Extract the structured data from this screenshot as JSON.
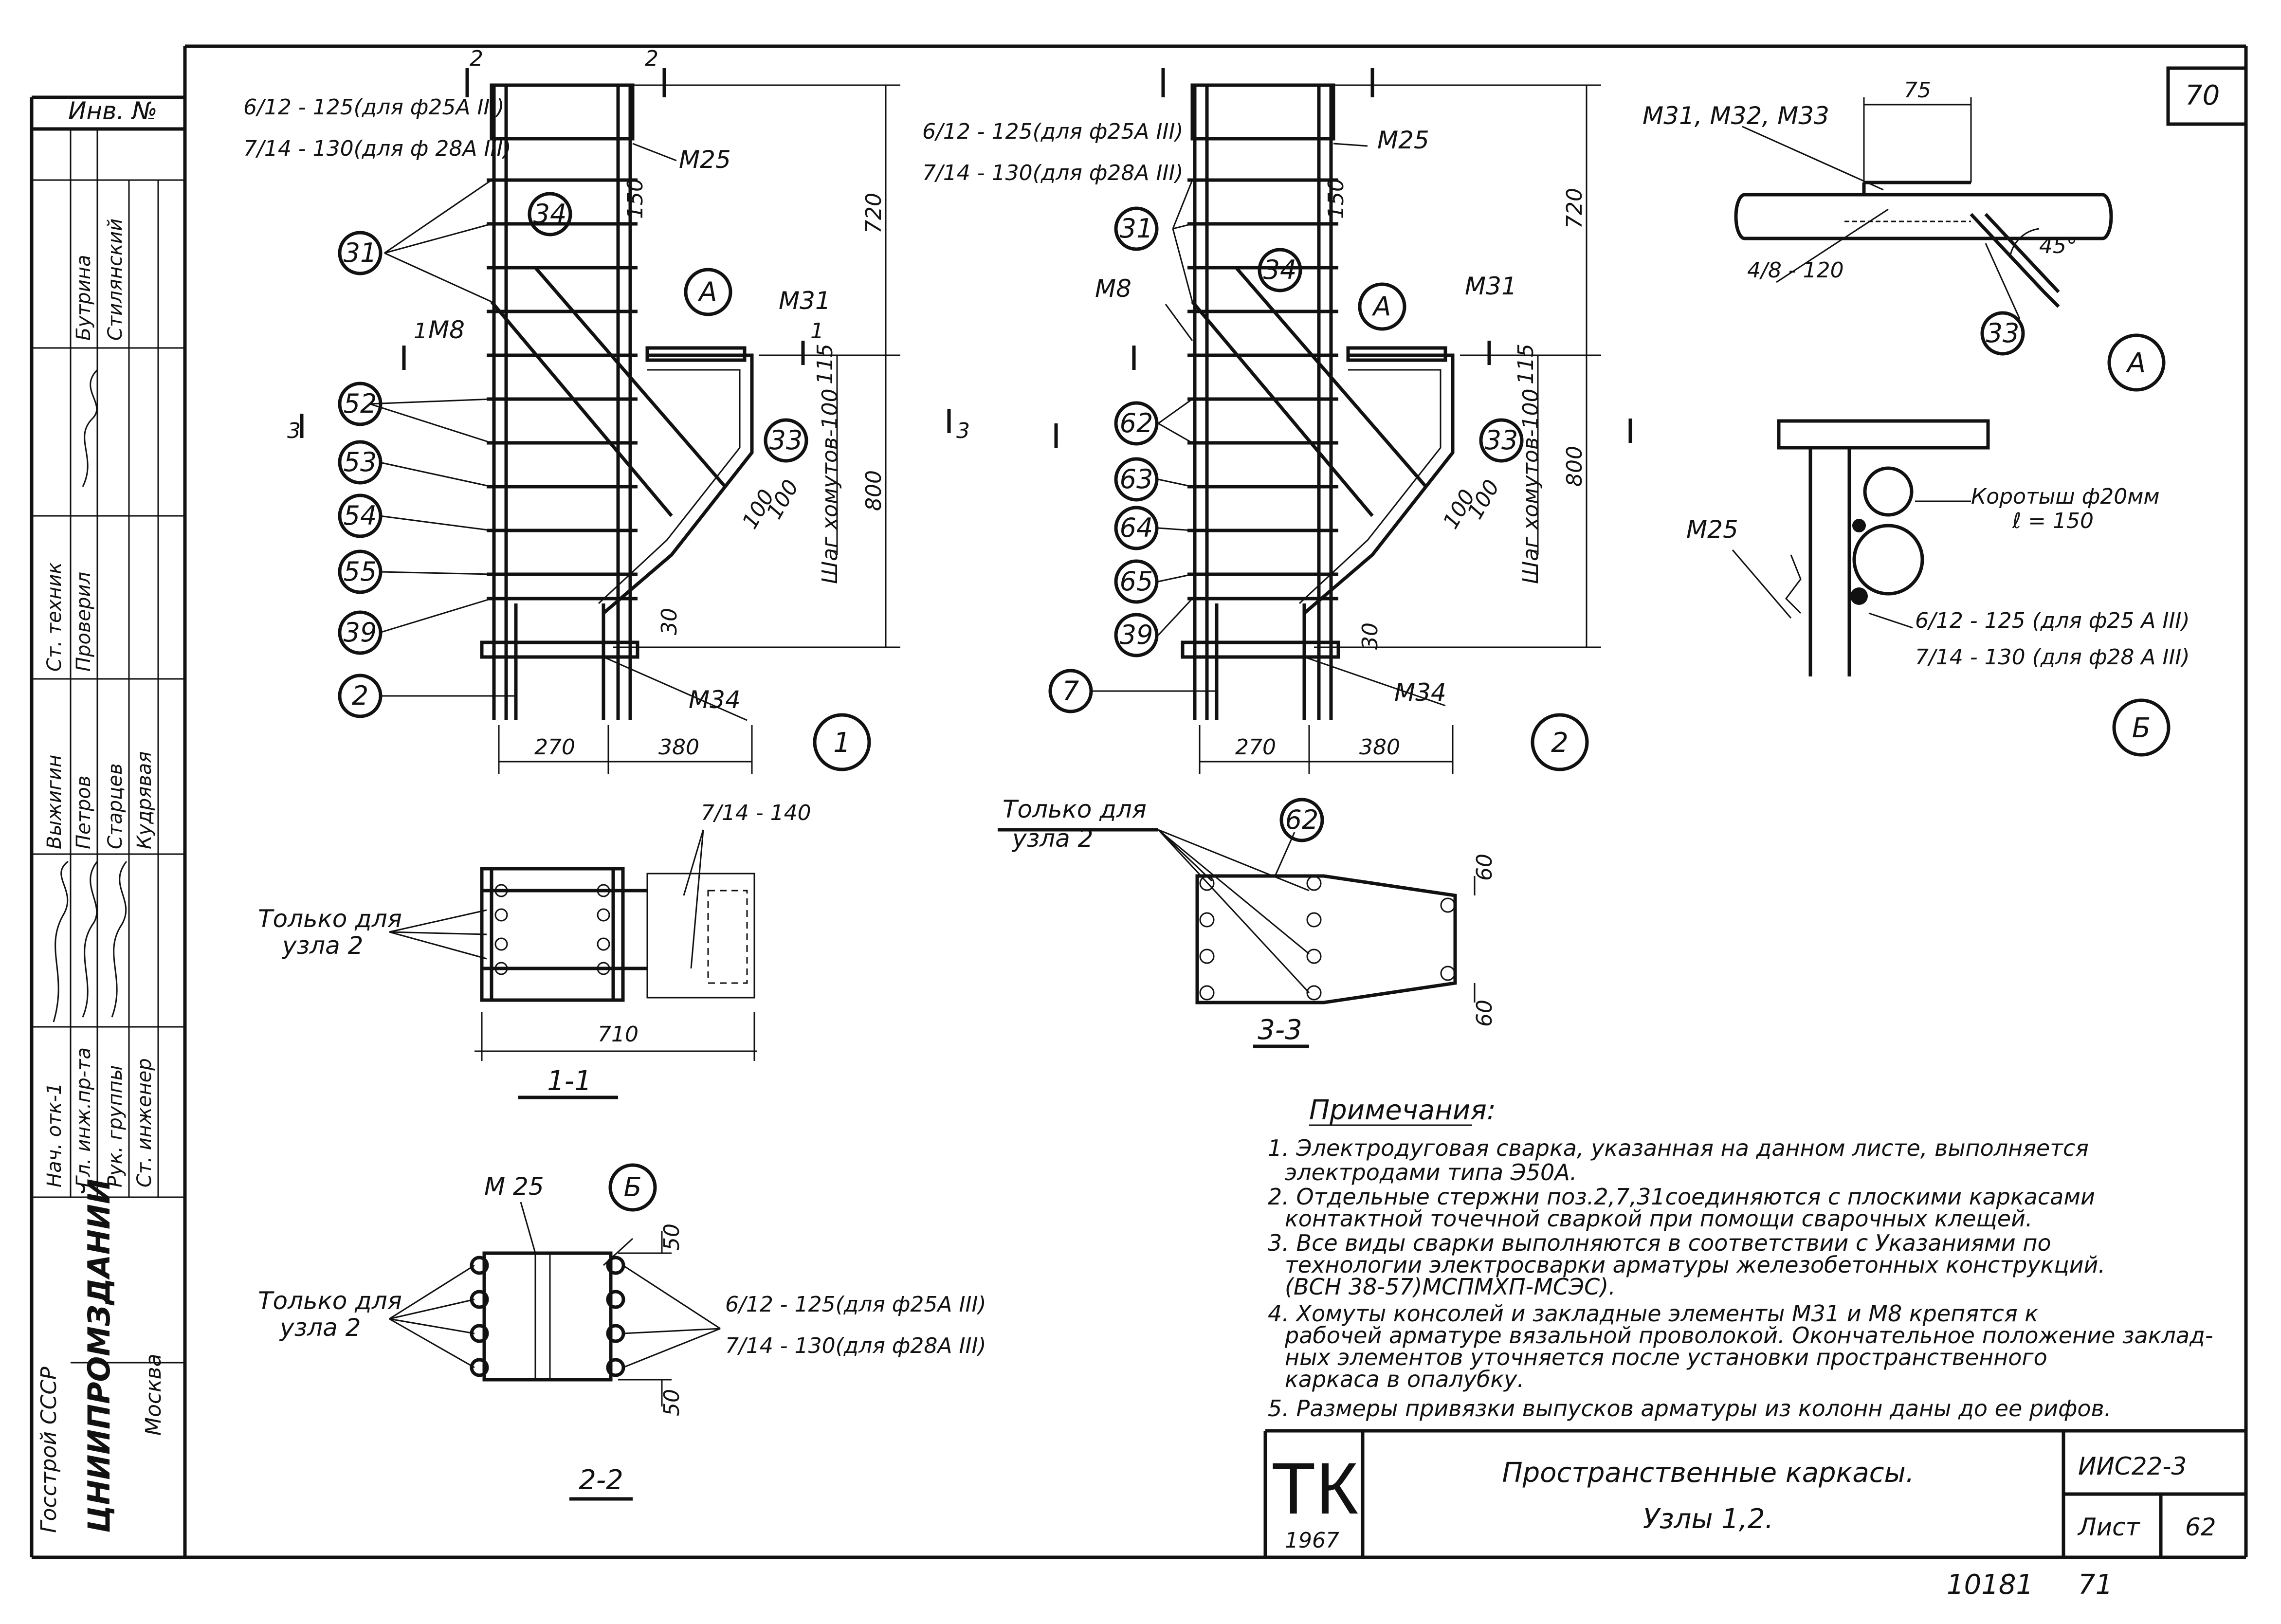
{
  "sheet": {
    "page_number": "70",
    "sheet_code": "ИИС22-3",
    "sheet_label": "Лист",
    "sheet_num": "62",
    "title_line1": "Пространственные каркасы.",
    "title_line2": "Узлы 1,2.",
    "tk": "ТК",
    "year": "1967",
    "bottom_num1": "10181",
    "bottom_num2": "71"
  },
  "stamp": {
    "inv": "Инв. №",
    "roles": [
      "Нач. отк-1",
      "Гл. инж.пр-та",
      "Рук. группы",
      "Ст. инженер",
      "Ст. техник",
      "Проверил"
    ],
    "names": [
      "Выжигин",
      "Петров",
      "Старцев",
      "Кудрявая",
      "Бутрина",
      "Стилянский"
    ],
    "org1": "Госстрой СССР",
    "org2": "ЦНИИПРОМЗДАНИЙ",
    "org3": "Москва"
  },
  "view1": {
    "title": "1",
    "spec_top1": "6/12 - 125(для ф25А III)",
    "spec_top2": "7/14 - 130(для ф 28А III)",
    "dims": [
      "270",
      "380",
      "720",
      "800",
      "150",
      "115",
      "100",
      "100",
      "30"
    ],
    "marks": [
      "М25",
      "М31",
      "М8",
      "М34"
    ],
    "balloons": [
      "31",
      "34",
      "А",
      "52",
      "53",
      "54",
      "55",
      "39",
      "2",
      "33"
    ],
    "step": "Шаг хомутов-100",
    "sections": [
      "1",
      "1",
      "3",
      "3",
      "2",
      "2"
    ]
  },
  "view2": {
    "title": "2",
    "spec_top1": "6/12 - 125(для ф25А III)",
    "spec_top2": "7/14 - 130(для ф28А III)",
    "dims": [
      "270",
      "380",
      "720",
      "800",
      "150",
      "115",
      "100",
      "100",
      "30"
    ],
    "marks": [
      "М25",
      "М31",
      "М8",
      "М34"
    ],
    "balloons": [
      "31",
      "34",
      "А",
      "62",
      "63",
      "64",
      "65",
      "39",
      "7",
      "33"
    ],
    "step": "Шаг хомутов-100"
  },
  "section11": {
    "title": "1-1",
    "only1": "Только для",
    "only2": "узла 2",
    "spec": "7/14 - 140",
    "dim": "710"
  },
  "section33": {
    "title": "3-3",
    "only1": "Только для",
    "only2": "узла 2",
    "balloon": "62",
    "dims": [
      "60",
      "60"
    ]
  },
  "section22": {
    "title": "2-2",
    "only1": "Только для",
    "only2": "узла 2",
    "mark": "М 25",
    "balloon": "Б",
    "dims": [
      "50",
      "50"
    ],
    "spec1": "6/12 - 125(для ф25А III)",
    "spec2": "7/14 - 130(для ф28А III)"
  },
  "detailA": {
    "marks": "М31, М32, М33",
    "dim": "75",
    "angle": "45°",
    "spec": "4/8 - 120",
    "balloon": "33",
    "title": "А"
  },
  "detailB": {
    "mark": "М25",
    "short1": "Коротыш ф20мм",
    "short2": "ℓ = 150",
    "spec1": "6/12 - 125 (для ф25 А III)",
    "spec2": "7/14 - 130 (для ф28 А III)",
    "title": "Б"
  },
  "notes": {
    "heading": "Примечания:",
    "items": [
      "1. Электродуговая сварка, указанная на данном листе, выполняется",
      "электродами типа Э50А.",
      "2. Отдельные стержни поз.2,7,31соединяются с плоскими каркасами",
      "контактной точечной сваркой при помощи сварочных клещей.",
      "3. Все виды сварки выполняются в соответствии с Указаниями по",
      "технологии электросварки арматуры железобетонных конструкций.",
      "(ВСН 38-57)МСПМХП-МСЭС).",
      "4. Хомуты консолей и закладные элементы М31 и М8 крепятся к",
      "рабочей арматуре вязальной проволокой. Окончательное положение заклад-",
      "ных элементов уточняется после установки пространственного",
      "каркаса в опалубку.",
      "5. Размеры привязки выпусков арматуры из колонн даны до ее рифов."
    ]
  }
}
